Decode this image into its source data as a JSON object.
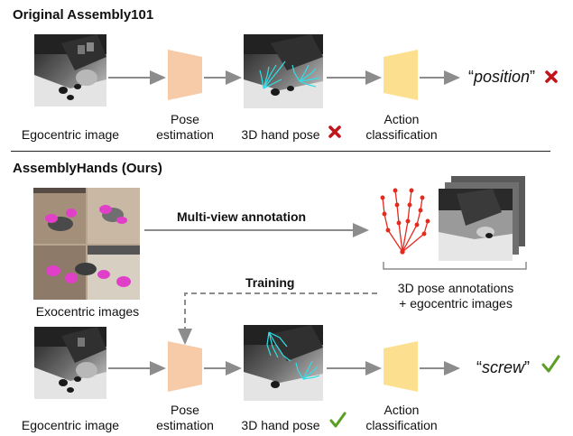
{
  "section1": {
    "title": "Original Assembly101",
    "captions": {
      "ego": "Egocentric image",
      "pose_line1": "Pose",
      "pose_line2": "estimation",
      "hand": "3D hand pose",
      "action_line1": "Action",
      "action_line2": "classification"
    },
    "output_label": "position",
    "hand_mark": "cross",
    "output_mark": "cross"
  },
  "section2": {
    "title": "AssemblyHands (Ours)",
    "exo_caption": "Exocentric images",
    "multiview_label": "Multi-view annotation",
    "training_label": "Training",
    "annotations_line1": "3D pose annotations",
    "annotations_line2": "+ egocentric images",
    "captions": {
      "ego": "Egocentric image",
      "pose_line1": "Pose",
      "pose_line2": "estimation",
      "hand": "3D hand pose",
      "action_line1": "Action",
      "action_line2": "classification"
    },
    "output_label": "screw",
    "hand_mark": "check",
    "output_mark": "check"
  },
  "colors": {
    "pose_block": "#f7cba8",
    "action_block": "#fde08f",
    "arrow": "#8c8c8c",
    "cross": "#c0161b",
    "check": "#5a9e24",
    "skeleton_cyan": "#2fe0e8",
    "skeleton_red": "#e32a1f",
    "exo_magenta": "#e040c8"
  }
}
